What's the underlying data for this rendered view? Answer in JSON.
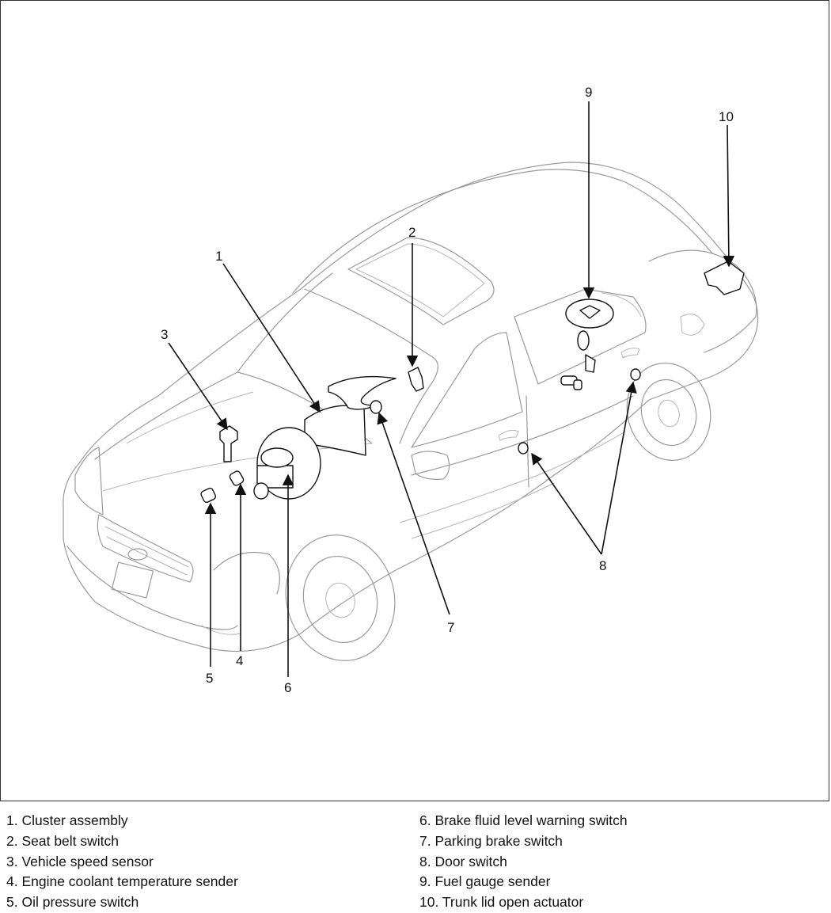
{
  "callouts": {
    "c1": "1",
    "c2": "2",
    "c3": "3",
    "c4": "4",
    "c5": "5",
    "c6": "6",
    "c7": "7",
    "c8": "8",
    "c9": "9",
    "c10": "10"
  },
  "legend": {
    "left": [
      "1. Cluster assembly",
      "2. Seat belt switch",
      "3. Vehicle speed sensor",
      "4. Engine coolant temperature sender",
      "5. Oil pressure switch"
    ],
    "right": [
      "6. Brake fluid level warning switch",
      "7. Parking brake switch",
      "8. Door switch",
      "9. Fuel gauge sender",
      "10. Trunk lid open actuator"
    ]
  }
}
